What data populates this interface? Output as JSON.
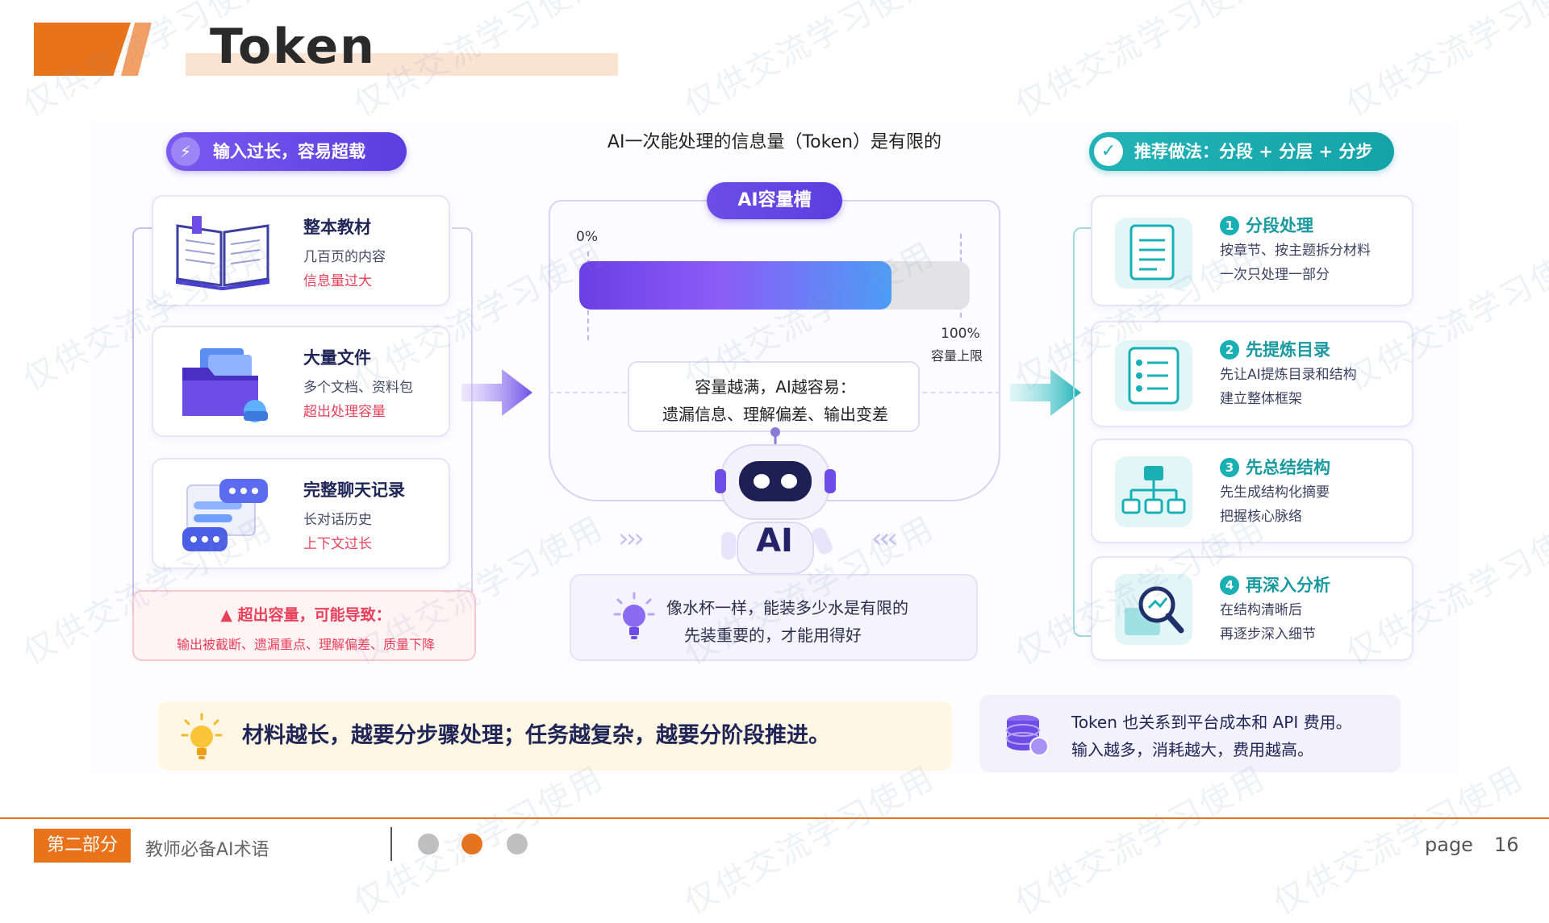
{
  "header": {
    "title": "Token"
  },
  "center": {
    "headline": "AI一次能处理的信息量（Token）是有限的",
    "capacity_label": "AI容量槽",
    "gauge": {
      "min_label": "0%",
      "max_label": "100%",
      "limit_label": "容量上限",
      "fill_fraction": 0.8
    },
    "warning_line1": "容量越满，AI越容易：",
    "warning_line2": "遗漏信息、理解偏差、输出变差",
    "robot_label": "AI",
    "cup_line1": "像水杯一样，能装多少水是有限的",
    "cup_line2": "先装重要的，才能用得好"
  },
  "left": {
    "badge": "输入过长，容易超载",
    "cards": [
      {
        "title": "整本教材",
        "sub": "几百页的内容",
        "warn": "信息量过大"
      },
      {
        "title": "大量文件",
        "sub": "多个文档、资料包",
        "warn": "超出处理容量"
      },
      {
        "title": "完整聊天记录",
        "sub": "长对话历史",
        "warn": "上下文过长"
      }
    ],
    "alert_title": "超出容量，可能导致：",
    "alert_detail": "输出被截断、遗漏重点、理解偏差、质量下降"
  },
  "right": {
    "badge": "推荐做法：分段 + 分层 + 分步",
    "steps": [
      {
        "num": "1",
        "title": "分段处理",
        "line1": "按章节、按主题拆分材料",
        "line2": "一次只处理一部分"
      },
      {
        "num": "2",
        "title": "先提炼目录",
        "line1": "先让AI提炼目录和结构",
        "line2": "建立整体框架"
      },
      {
        "num": "3",
        "title": "先总结结构",
        "line1": "先生成结构化摘要",
        "line2": "把握核心脉络"
      },
      {
        "num": "4",
        "title": "再深入分析",
        "line1": "在结构清晰后",
        "line2": "再逐步深入细节"
      }
    ]
  },
  "bottom": {
    "tip": "材料越长，越要分步骤处理；任务越复杂，越要分阶段推进。",
    "cost_line1": "Token 也关系到平台成本和 API 费用。",
    "cost_line2": "输入越多，消耗越大，费用越高。"
  },
  "footer": {
    "section": "第二部分",
    "course": "教师必备AI术语",
    "page_label": "page",
    "page_num": "16"
  },
  "watermark": "仅供交流学习使用",
  "colors": {
    "orange": "#e8731a",
    "purple": "#6c4ee6",
    "teal": "#18b0b5",
    "alert": "#e8405a"
  }
}
